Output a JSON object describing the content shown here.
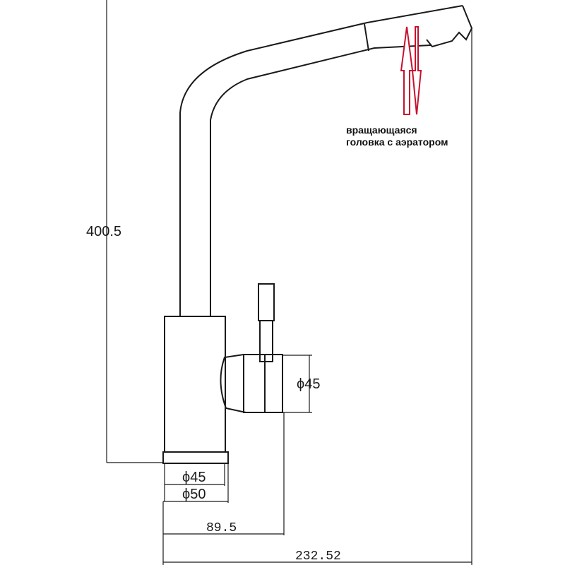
{
  "dimensions": {
    "height": "400.5",
    "handle_diameter": "ϕ45",
    "base_inner_diameter": "ϕ45",
    "base_outer_diameter": "ϕ50",
    "handle_reach": "89.5",
    "total_reach": "232.52"
  },
  "note": {
    "line1": "вращающаяся",
    "line2": "головка с аэратором"
  },
  "colors": {
    "outline": "#1a1a1a",
    "arrow": "#c8102e"
  },
  "icons": {
    "rotation_arrows": "up-down-arrows-icon"
  }
}
